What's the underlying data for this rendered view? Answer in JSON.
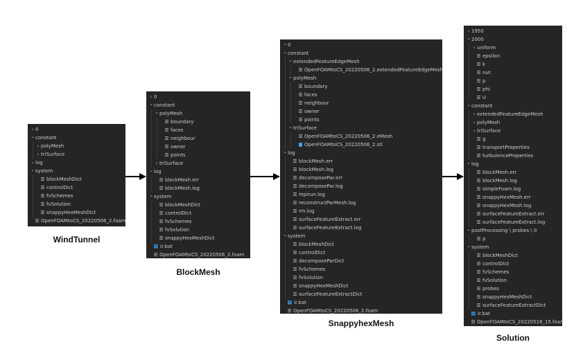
{
  "panels": [
    {
      "id": "windtunnel",
      "caption": "WindTunnel",
      "items": [
        {
          "label": "0",
          "depth": 0,
          "kind": "folder-collapsed"
        },
        {
          "label": "constant",
          "depth": 0,
          "kind": "folder-open"
        },
        {
          "label": "polyMesh",
          "depth": 1,
          "kind": "folder-collapsed"
        },
        {
          "label": "triSurface",
          "depth": 1,
          "kind": "folder-collapsed"
        },
        {
          "label": "log",
          "depth": 0,
          "kind": "folder-collapsed"
        },
        {
          "label": "system",
          "depth": 0,
          "kind": "folder-open"
        },
        {
          "label": "blockMeshDict",
          "depth": 1,
          "kind": "file"
        },
        {
          "label": "controlDict",
          "depth": 1,
          "kind": "file"
        },
        {
          "label": "fvSchemes",
          "depth": 1,
          "kind": "file"
        },
        {
          "label": "fvSolution",
          "depth": 1,
          "kind": "file"
        },
        {
          "label": "snappyHexMeshDict",
          "depth": 1,
          "kind": "file"
        },
        {
          "label": "OpenFOAMtoCS_20220506_2.foam",
          "depth": 0,
          "kind": "file"
        }
      ]
    },
    {
      "id": "blockmesh",
      "caption": "BlockMesh",
      "items": [
        {
          "label": "0",
          "depth": 0,
          "kind": "folder-collapsed"
        },
        {
          "label": "constant",
          "depth": 0,
          "kind": "folder-open"
        },
        {
          "label": "polyMesh",
          "depth": 1,
          "kind": "folder-open"
        },
        {
          "label": "boundary",
          "depth": 2,
          "kind": "file"
        },
        {
          "label": "faces",
          "depth": 2,
          "kind": "file"
        },
        {
          "label": "neighbour",
          "depth": 2,
          "kind": "file"
        },
        {
          "label": "owner",
          "depth": 2,
          "kind": "file"
        },
        {
          "label": "points",
          "depth": 2,
          "kind": "file"
        },
        {
          "label": "triSurface",
          "depth": 1,
          "kind": "folder-collapsed"
        },
        {
          "label": "log",
          "depth": 0,
          "kind": "folder-open"
        },
        {
          "label": "blockMesh.err",
          "depth": 1,
          "kind": "file"
        },
        {
          "label": "blockMesh.log",
          "depth": 1,
          "kind": "file"
        },
        {
          "label": "system",
          "depth": 0,
          "kind": "folder-open"
        },
        {
          "label": "blockMeshDict",
          "depth": 1,
          "kind": "file"
        },
        {
          "label": "controlDict",
          "depth": 1,
          "kind": "file"
        },
        {
          "label": "fvSchemes",
          "depth": 1,
          "kind": "file"
        },
        {
          "label": "fvSolution",
          "depth": 1,
          "kind": "file"
        },
        {
          "label": "snappyHexMeshDict",
          "depth": 1,
          "kind": "file"
        },
        {
          "label": "ir.bat",
          "depth": 0,
          "kind": "win"
        },
        {
          "label": "OpenFOAMtoCS_20220506_2.foam",
          "depth": 0,
          "kind": "file"
        }
      ]
    },
    {
      "id": "snappyhexmesh",
      "caption": "SnappyhexMesh",
      "items": [
        {
          "label": "0",
          "depth": 0,
          "kind": "folder-open"
        },
        {
          "label": "constant",
          "depth": 0,
          "kind": "folder-open"
        },
        {
          "label": "extendedFeatureEdgeMesh",
          "depth": 1,
          "kind": "folder-open"
        },
        {
          "label": "OpenFOAMtoCS_20220506_2.extendedFeatureEdgeMesh",
          "depth": 2,
          "kind": "file"
        },
        {
          "label": "polyMesh",
          "depth": 1,
          "kind": "folder-open"
        },
        {
          "label": "boundary",
          "depth": 2,
          "kind": "file"
        },
        {
          "label": "faces",
          "depth": 2,
          "kind": "file"
        },
        {
          "label": "neighbour",
          "depth": 2,
          "kind": "file"
        },
        {
          "label": "owner",
          "depth": 2,
          "kind": "file"
        },
        {
          "label": "points",
          "depth": 2,
          "kind": "file"
        },
        {
          "label": "triSurface",
          "depth": 1,
          "kind": "folder-open"
        },
        {
          "label": "OpenFOAMtoCS_20220506_2.eMesh",
          "depth": 2,
          "kind": "file"
        },
        {
          "label": "OpenFOAMtoCS_20220506_2.stl",
          "depth": 2,
          "kind": "stl"
        },
        {
          "label": "log",
          "depth": 0,
          "kind": "folder-open"
        },
        {
          "label": "blockMesh.err",
          "depth": 1,
          "kind": "file"
        },
        {
          "label": "blockMesh.log",
          "depth": 1,
          "kind": "file"
        },
        {
          "label": "decomposePar.err",
          "depth": 1,
          "kind": "file"
        },
        {
          "label": "decomposePar.log",
          "depth": 1,
          "kind": "file"
        },
        {
          "label": "mpirun.log",
          "depth": 1,
          "kind": "file"
        },
        {
          "label": "reconstructParMesh.log",
          "depth": 1,
          "kind": "file"
        },
        {
          "label": "rm.log",
          "depth": 1,
          "kind": "file"
        },
        {
          "label": "surfaceFeatureExtract.err",
          "depth": 1,
          "kind": "file"
        },
        {
          "label": "surfaceFeatureExtract.log",
          "depth": 1,
          "kind": "file"
        },
        {
          "label": "system",
          "depth": 0,
          "kind": "folder-open"
        },
        {
          "label": "blockMeshDict",
          "depth": 1,
          "kind": "file"
        },
        {
          "label": "controlDict",
          "depth": 1,
          "kind": "file"
        },
        {
          "label": "decomposeParDict",
          "depth": 1,
          "kind": "file"
        },
        {
          "label": "fvSchemes",
          "depth": 1,
          "kind": "file"
        },
        {
          "label": "fvSolution",
          "depth": 1,
          "kind": "file"
        },
        {
          "label": "snappyHexMeshDict",
          "depth": 1,
          "kind": "file"
        },
        {
          "label": "surfaceFeatureExtractDict",
          "depth": 1,
          "kind": "file"
        },
        {
          "label": "ir.bat",
          "depth": 0,
          "kind": "win"
        },
        {
          "label": "OpenFOAMtoCS_20220506_2.foam",
          "depth": 0,
          "kind": "file"
        }
      ]
    },
    {
      "id": "solution",
      "caption": "Solution",
      "items": [
        {
          "label": "1950",
          "depth": 0,
          "kind": "folder-collapsed"
        },
        {
          "label": "2000",
          "depth": 0,
          "kind": "folder-open"
        },
        {
          "label": "uniform",
          "depth": 1,
          "kind": "folder-collapsed"
        },
        {
          "label": "epsilon",
          "depth": 1,
          "kind": "file"
        },
        {
          "label": "k",
          "depth": 1,
          "kind": "file"
        },
        {
          "label": "nut",
          "depth": 1,
          "kind": "file"
        },
        {
          "label": "p",
          "depth": 1,
          "kind": "file"
        },
        {
          "label": "phi",
          "depth": 1,
          "kind": "file"
        },
        {
          "label": "U",
          "depth": 1,
          "kind": "file"
        },
        {
          "label": "constant",
          "depth": 0,
          "kind": "folder-open"
        },
        {
          "label": "extendedFeatureEdgeMesh",
          "depth": 1,
          "kind": "folder-collapsed"
        },
        {
          "label": "polyMesh",
          "depth": 1,
          "kind": "folder-collapsed"
        },
        {
          "label": "triSurface",
          "depth": 1,
          "kind": "folder-collapsed"
        },
        {
          "label": "g",
          "depth": 1,
          "kind": "file"
        },
        {
          "label": "transportProperties",
          "depth": 1,
          "kind": "file"
        },
        {
          "label": "turbulenceProperties",
          "depth": 1,
          "kind": "file"
        },
        {
          "label": "log",
          "depth": 0,
          "kind": "folder-open"
        },
        {
          "label": "blockMesh.err",
          "depth": 1,
          "kind": "file"
        },
        {
          "label": "blockMesh.log",
          "depth": 1,
          "kind": "file"
        },
        {
          "label": "simpleFoam.log",
          "depth": 1,
          "kind": "file"
        },
        {
          "label": "snappyHexMesh.err",
          "depth": 1,
          "kind": "file"
        },
        {
          "label": "snappyHexMesh.log",
          "depth": 1,
          "kind": "file"
        },
        {
          "label": "surfaceFeatureExtract.err",
          "depth": 1,
          "kind": "file"
        },
        {
          "label": "surfaceFeatureExtract.log",
          "depth": 1,
          "kind": "file"
        },
        {
          "label": "postProcessing \\ probes \\ 0",
          "depth": 0,
          "kind": "folder-open"
        },
        {
          "label": "p",
          "depth": 1,
          "kind": "file"
        },
        {
          "label": "system",
          "depth": 0,
          "kind": "folder-open"
        },
        {
          "label": "blockMeshDict",
          "depth": 1,
          "kind": "file"
        },
        {
          "label": "controlDict",
          "depth": 1,
          "kind": "file"
        },
        {
          "label": "fvSchemes",
          "depth": 1,
          "kind": "file"
        },
        {
          "label": "fvSolution",
          "depth": 1,
          "kind": "file"
        },
        {
          "label": "probes",
          "depth": 1,
          "kind": "file"
        },
        {
          "label": "snappyHexMeshDict",
          "depth": 1,
          "kind": "file"
        },
        {
          "label": "surfaceFeatureExtractDict",
          "depth": 1,
          "kind": "file"
        },
        {
          "label": "ir.bat",
          "depth": 0,
          "kind": "win"
        },
        {
          "label": "OpenFOAMtoCS_20220518_15.foam",
          "depth": 0,
          "kind": "file"
        }
      ]
    }
  ],
  "colors": {
    "panel_bg": "#252526",
    "text": "#cccccc",
    "arrow": "#000000",
    "caption": "#111111"
  }
}
